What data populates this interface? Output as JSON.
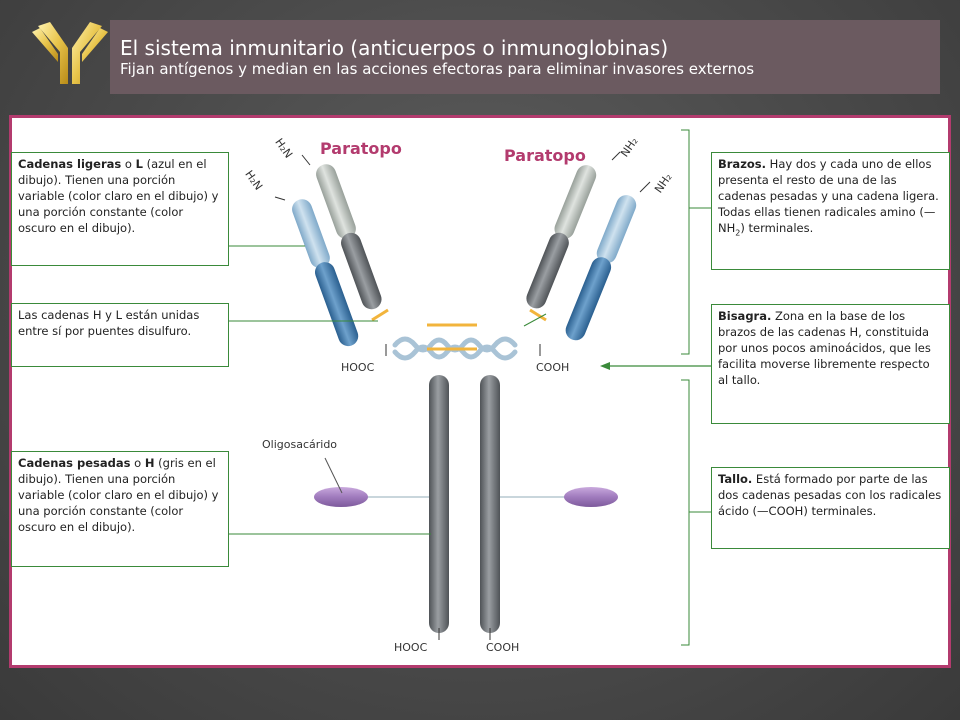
{
  "header": {
    "title": "El sistema inmunitario (anticuerpos o inmunoglobinas)",
    "subtitle": "Fijan antígenos y median en las acciones efectoras para eliminar invasores externos"
  },
  "colors": {
    "accent": "#b33b6e",
    "header_bg": "#6b5a60",
    "box_border": "#3a8a3a",
    "light_blue": "#9fc3dc",
    "dark_blue": "#3b75a8",
    "light_gray": "#b8bfba",
    "dark_gray": "#6d7176",
    "oligo": "#a07bbd",
    "disulfide": "#f2b43c"
  },
  "icons": {
    "logo": "antibody-y-icon"
  },
  "diagram": {
    "paratopo_left": "Paratopo",
    "paratopo_right": "Paratopo",
    "h2n_outer": "H₂N",
    "h2n_inner": "H₂N",
    "nh2_inner": "NH₂",
    "nh2_outer": "NH₂",
    "hooc_upper": "HOOC",
    "cooh_upper": "COOH",
    "hooc_lower": "HOOC",
    "cooh_lower": "COOH",
    "oligosacarido": "Oligosacárido"
  },
  "boxes": {
    "ligeras": {
      "bold": "Cadenas ligeras",
      "t1": " o ",
      "bold2": "L",
      "t2": " (azul en el dibujo). Tienen una porción variable (color claro en el dibujo) y una porción constante (color oscuro en el dibujo)."
    },
    "puentes": {
      "text": "Las cadenas H y L están unidas entre sí por puentes disulfuro."
    },
    "pesadas": {
      "bold": "Cadenas pesadas",
      "t1": " o ",
      "bold2": "H",
      "t2": " (gris en el dibujo). Tienen una porción variable (color claro en el dibujo) y una porción constante (color oscuro en el dibujo)."
    },
    "brazos": {
      "bold": "Brazos.",
      "t1": " Hay dos y cada uno de ellos presenta el resto de una de las cadenas pesadas y una cadena ligera. Todas ellas tienen radicales amino (—NH",
      "sub": "2",
      "t2": ") terminales."
    },
    "bisagra": {
      "bold": "Bisagra.",
      "t1": " Zona en la base de los brazos de las cadenas H, constituida por unos pocos aminoácidos, que les facilita moverse libremente respecto al tallo."
    },
    "tallo": {
      "bold": "Tallo.",
      "t1": " Está formado por parte de las dos cadenas pesadas con los radicales ácido (—COOH) terminales."
    }
  }
}
